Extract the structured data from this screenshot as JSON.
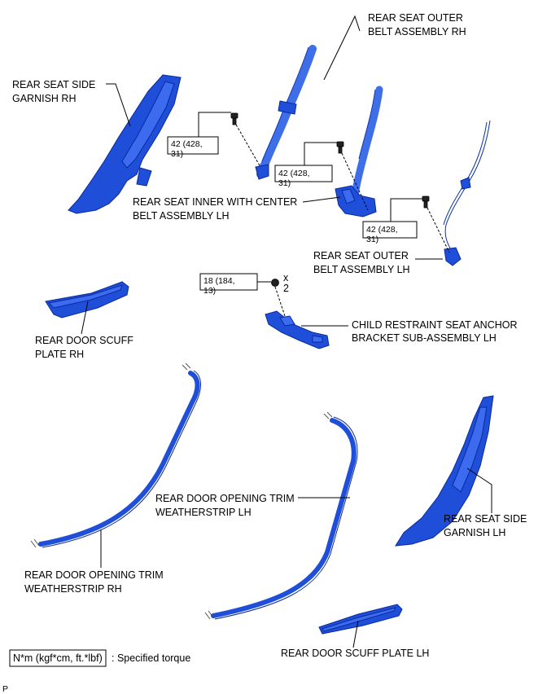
{
  "labels": {
    "rear_seat_outer_belt_rh": [
      "REAR SEAT OUTER",
      "BELT ASSEMBLY RH"
    ],
    "rear_seat_side_garnish_rh": [
      "REAR SEAT SIDE",
      "GARNISH RH"
    ],
    "rear_seat_inner_center_belt_lh": [
      "REAR SEAT INNER WITH CENTER",
      "BELT ASSEMBLY LH"
    ],
    "rear_seat_outer_belt_lh": [
      "REAR SEAT OUTER",
      "BELT ASSEMBLY LH"
    ],
    "child_restraint_anchor_lh": [
      "CHILD RESTRAINT SEAT ANCHOR",
      "BRACKET SUB-ASSEMBLY LH"
    ],
    "rear_door_scuff_plate_rh": [
      "REAR DOOR SCUFF",
      "PLATE RH"
    ],
    "rear_door_opening_trim_lh": [
      "REAR DOOR OPENING TRIM",
      "WEATHERSTRIP LH"
    ],
    "rear_seat_side_garnish_lh": [
      "REAR SEAT SIDE",
      "GARNISH LH"
    ],
    "rear_door_opening_trim_rh": [
      "REAR DOOR OPENING TRIM",
      "WEATHERSTRIP RH"
    ],
    "rear_door_scuff_plate_lh": [
      "REAR DOOR SCUFF PLATE LH"
    ]
  },
  "torque": {
    "t1": [
      "42 (428,",
      "31)"
    ],
    "t2": [
      "42 (428,",
      "31)"
    ],
    "t3": [
      "42 (428,",
      "31)"
    ],
    "t4": [
      "18 (184,",
      "13)"
    ]
  },
  "quantity": [
    "x",
    "2"
  ],
  "legend": {
    "unit": "N*m (kgf*cm, ft.*lbf)",
    "text": ": Specified torque"
  },
  "corner_mark": "P"
}
